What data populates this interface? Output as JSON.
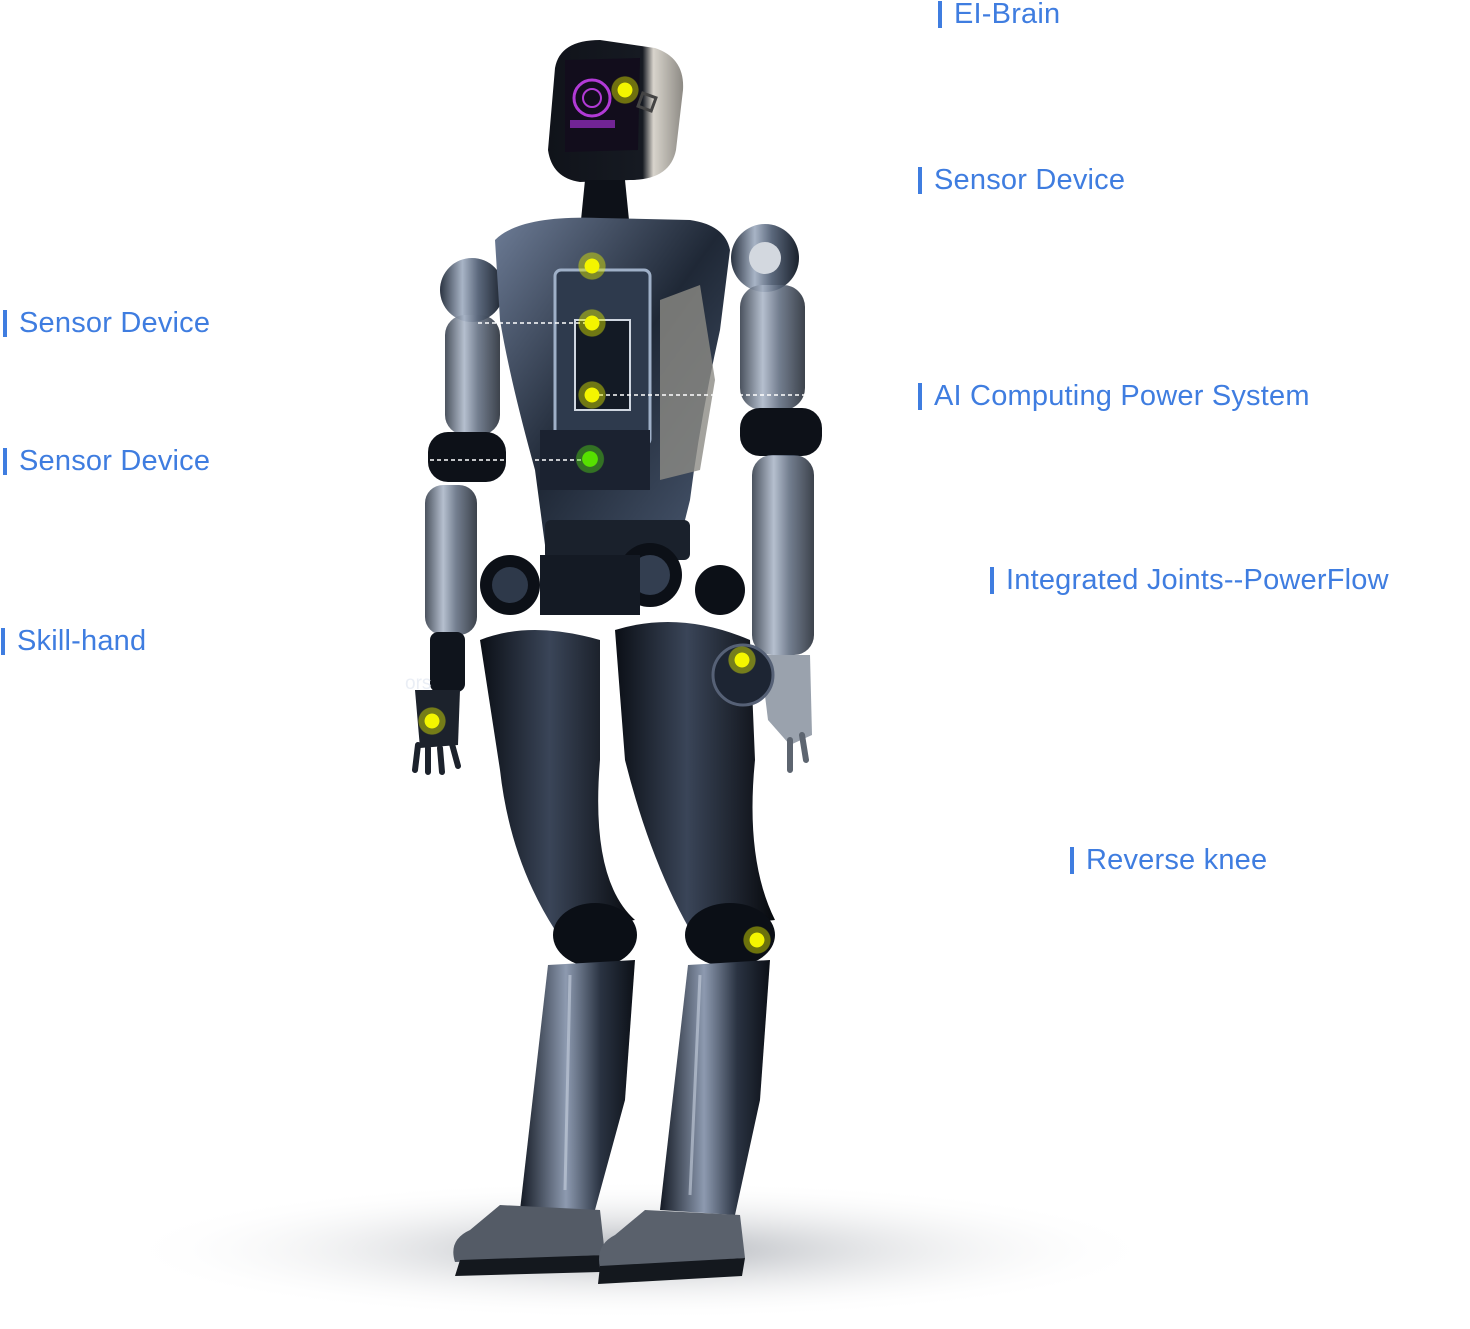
{
  "labels": {
    "ei_brain": "EI-Brain",
    "sensor_right_top": "Sensor Device",
    "sensor_left_upper": "Sensor Device",
    "sensor_left_lower": "Sensor Device",
    "ai_computing": "AI Computing Power System",
    "integrated_joints": "Integrated Joints--PowerFlow",
    "skill_hand": "Skill-hand",
    "reverse_knee": "Reverse knee"
  },
  "overlay": {
    "partial_label": "ors"
  },
  "colors": {
    "accent": "#3f7de0",
    "hotspot": "#f4f500",
    "hotspot_active": "#56e000"
  }
}
